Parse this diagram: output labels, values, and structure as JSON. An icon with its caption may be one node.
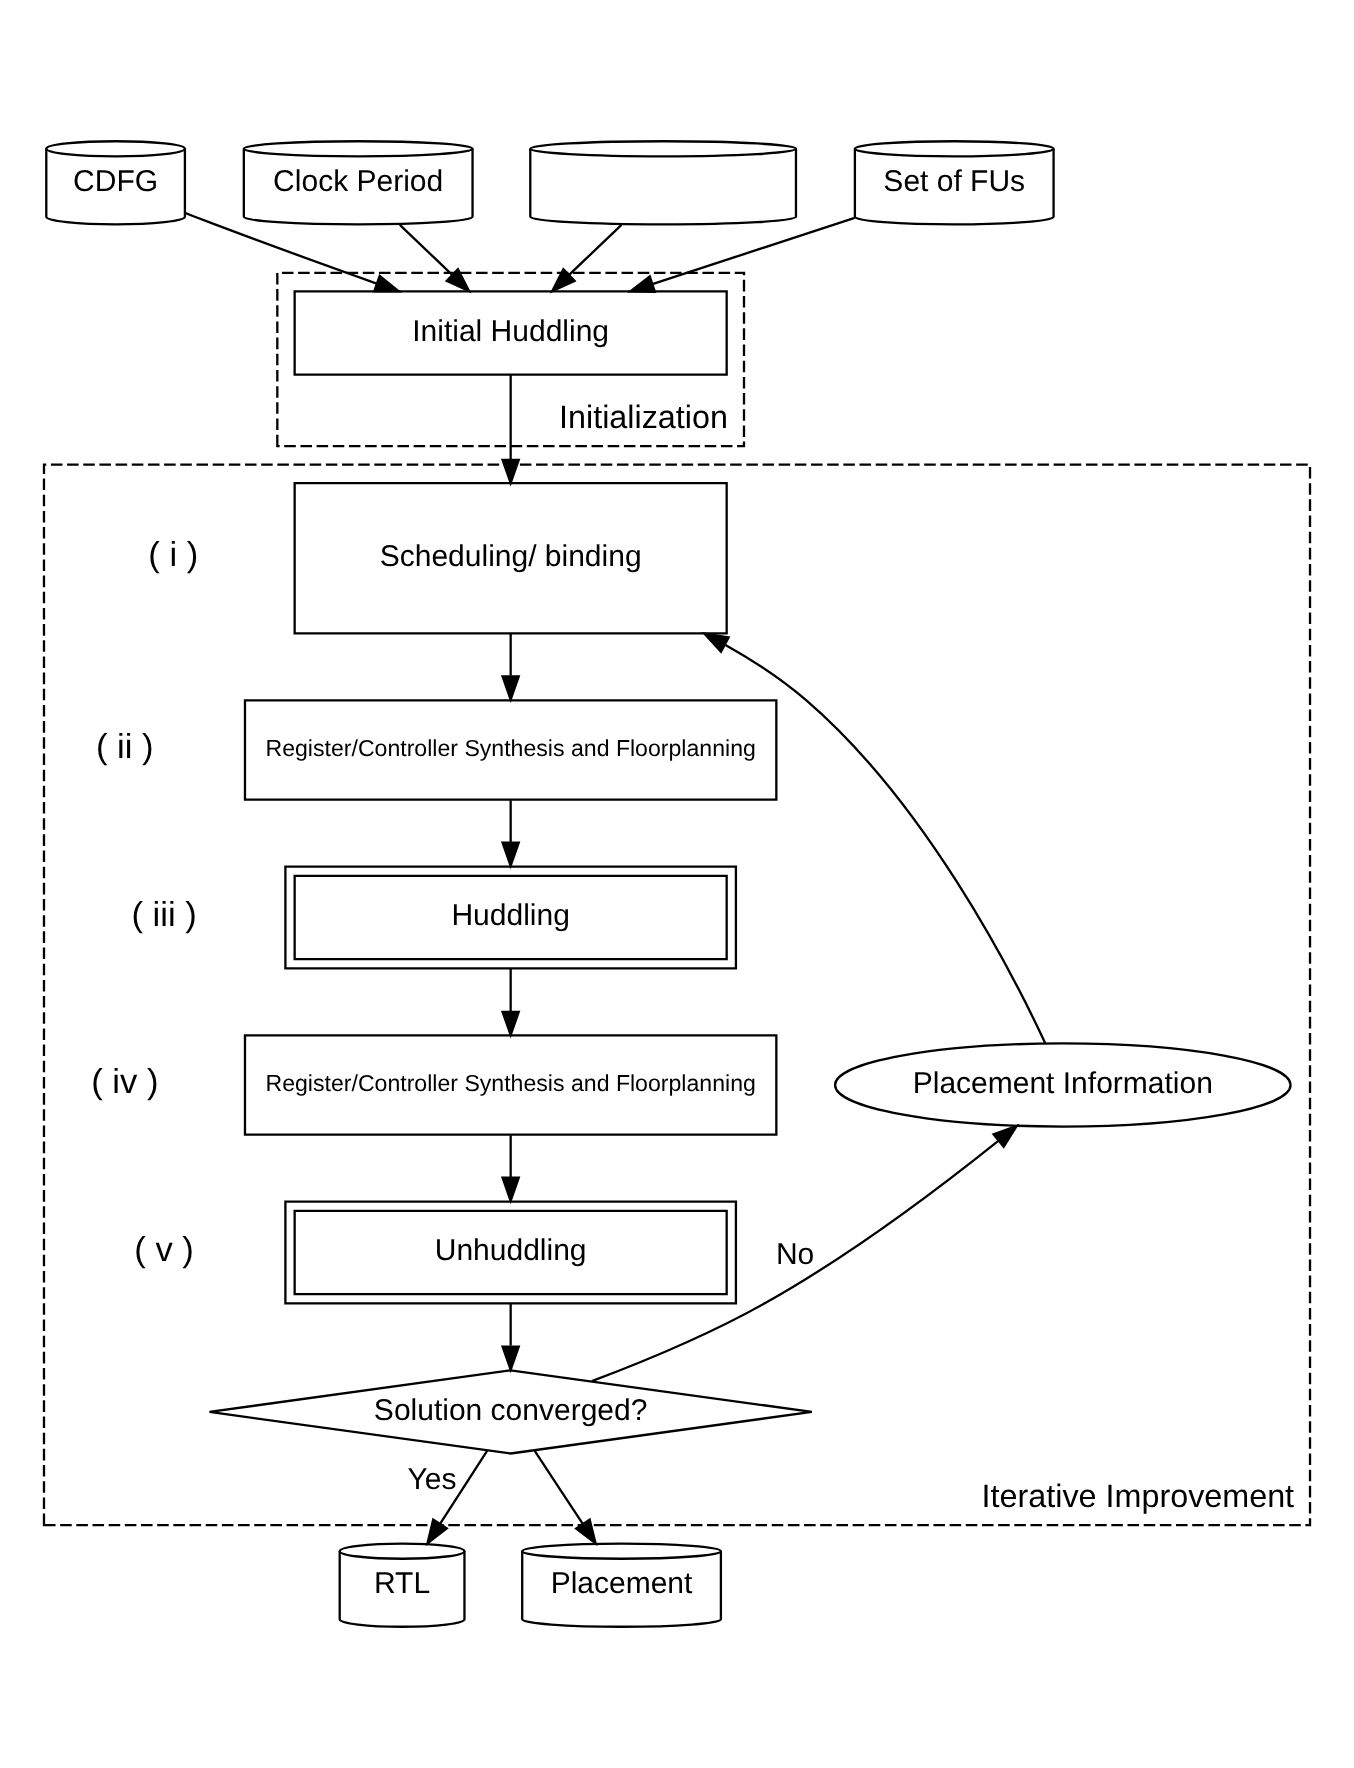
{
  "diagram": {
    "nodes": [
      {
        "text": [
          "CDFG"
        ]
      },
      {
        "text": [
          "Clock Period"
        ]
      },
      {
        "text": [],
        "shape": "cylinder"
      },
      {
        "text": [
          "Set of FUs"
        ]
      },
      {
        "text": [
          "Initialization"
        ]
      },
      {
        "text": [
          "Initial Huddling"
        ],
        "in": 4
      },
      {
        "text": [
          "Iterative Improvement"
        ]
      },
      {
        "text": [
          "Scheduling/ binding"
        ],
        "in": 6,
        "beside": [
          "( i )"
        ]
      },
      {
        "text": [
          "Register/Controller Synthesis and Floorplanning"
        ],
        "in": 6,
        "beside": [
          "( ii )"
        ]
      },
      {
        "text": [
          "Huddling"
        ],
        "in": 6,
        "beside": [
          "( iii )"
        ]
      },
      {
        "text": [
          "Placement Information"
        ],
        "in": 6
      },
      {
        "text": [
          "Register/Controller Synthesis and Floorplanning"
        ],
        "in": 6,
        "beside": [
          "( iv )"
        ]
      },
      {
        "text": [
          "Unhuddling"
        ],
        "in": 6,
        "beside": [
          "( v )"
        ]
      },
      {
        "text": [
          "Solution converged?"
        ],
        "in": 6
      },
      {
        "text": [
          "RTL"
        ]
      },
      {
        "text": [
          "Placement"
        ]
      }
    ],
    "edges": [
      {
        "from": 0,
        "to": 5,
        "arrow": "to"
      },
      {
        "from": 1,
        "to": 5,
        "arrow": "to"
      },
      {
        "from": 2,
        "to": 5,
        "arrow": "to"
      },
      {
        "from": 3,
        "to": 5,
        "arrow": "to"
      },
      {
        "from": 5,
        "to": 7,
        "arrow": "to"
      },
      {
        "from": 7,
        "to": 8,
        "arrow": "to"
      },
      {
        "from": 8,
        "to": 9,
        "arrow": "to"
      },
      {
        "from": 9,
        "to": 11,
        "arrow": "to"
      },
      {
        "from": 11,
        "to": 12,
        "arrow": "to"
      },
      {
        "from": 12,
        "to": 13,
        "arrow": "to"
      },
      {
        "from": 13,
        "to": 10,
        "arrow": "to",
        "label": "No"
      },
      {
        "from": 10,
        "to": 7,
        "arrow": "to"
      },
      {
        "from": 13,
        "to": 14,
        "arrow": "to",
        "label": "Yes"
      },
      {
        "from": 13,
        "to": 15,
        "arrow": "to"
      }
    ]
  }
}
